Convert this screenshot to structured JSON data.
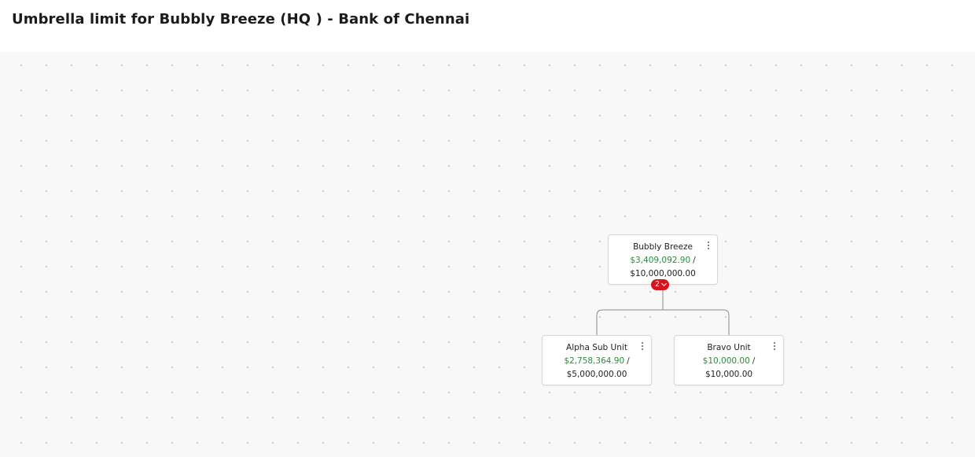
{
  "header": {
    "title": "Umbrella limit for Bubbly Breeze (HQ ) - Bank of Chennai"
  },
  "tree": {
    "root": {
      "name": "Bubbly Breeze",
      "used": "$3,409,092.90",
      "separator": "/",
      "limit": "$10,000,000.00",
      "child_count": "2",
      "menu_icon": "kebab-vertical-icon",
      "expand_icon": "chevron-down-icon"
    },
    "children": [
      {
        "name": "Alpha Sub Unit",
        "used": "$2,758,364.90",
        "separator": "/",
        "limit": "$5,000,000.00",
        "menu_icon": "kebab-vertical-icon"
      },
      {
        "name": "Bravo Unit",
        "used": "$10,000.00",
        "separator": "/",
        "limit": "$10,000.00",
        "menu_icon": "kebab-vertical-icon"
      }
    ]
  },
  "colors": {
    "used_amount": "#2e8b3e",
    "badge": "#d7141d",
    "canvas_background": "#f8f8f8"
  }
}
